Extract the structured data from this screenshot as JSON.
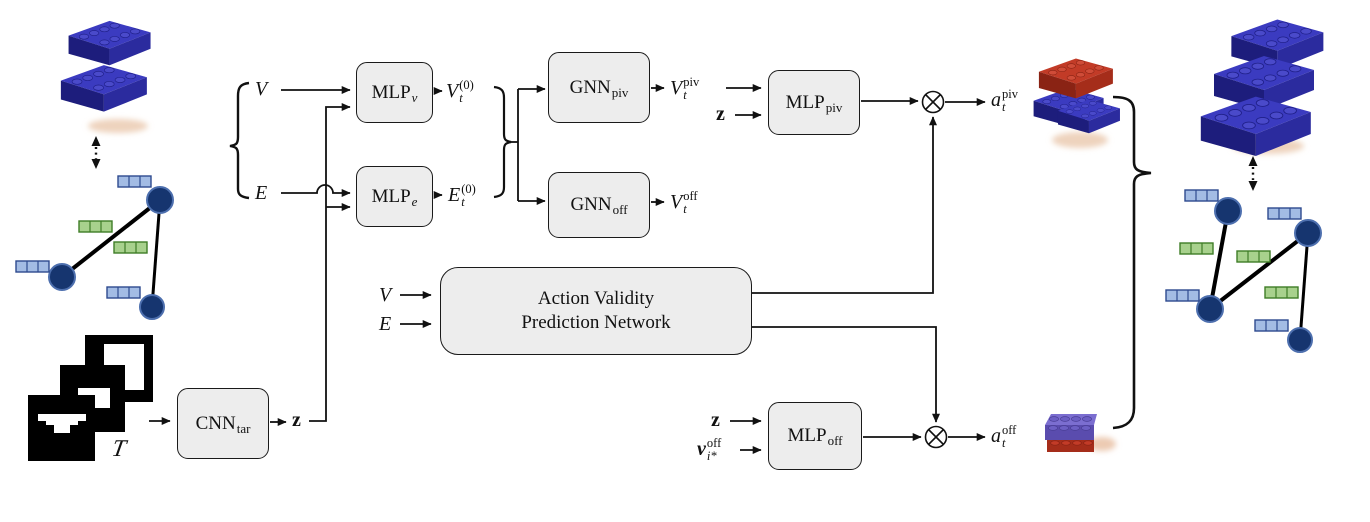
{
  "diagram": {
    "title_hint": "graph-network architecture figure",
    "inputs": {
      "v": "V",
      "e": "E"
    },
    "boxes": {
      "mlp_v": {
        "base": "MLP",
        "sub": "v"
      },
      "mlp_e": {
        "base": "MLP",
        "sub": "e"
      },
      "gnn_piv": {
        "base": "GNN",
        "sub": "piv"
      },
      "gnn_off": {
        "base": "GNN",
        "sub": "off"
      },
      "mlp_piv": {
        "base": "MLP",
        "sub": "piv"
      },
      "mlp_off": {
        "base": "MLP",
        "sub": "off"
      },
      "cnn_tar": {
        "base": "CNN",
        "sub": "tar"
      },
      "avpn": {
        "line1": "Action Validity",
        "line2": "Prediction Network"
      }
    },
    "avpn_inputs": {
      "v": "V",
      "e": "E"
    },
    "signals": {
      "v_t0": {
        "base": "V",
        "sub": "t",
        "sup": "(0)"
      },
      "e_t0": {
        "base": "E",
        "sub": "t",
        "sup": "(0)"
      },
      "v_t_piv": {
        "base": "V",
        "sub": "t",
        "sup": "piv"
      },
      "v_t_off": {
        "base": "V",
        "sub": "t",
        "sup": "off"
      },
      "z": "z",
      "v_off_in": {
        "base": "v",
        "sub": "i*",
        "sup": "off"
      },
      "a_t_piv": {
        "base": "a",
        "sub": "t",
        "sup": "piv"
      },
      "a_t_off": {
        "base": "a",
        "sub": "t",
        "sup": "off"
      },
      "target_set": "T"
    },
    "colors": {
      "box_fill": "#ededed",
      "box_border": "#1a1a1a",
      "line": "#111111",
      "node_fill": "#16356f",
      "vec_blue_fill": "#a3bce4",
      "vec_blue_border": "#2e4a8f",
      "vec_green_fill": "#a8d18d",
      "vec_green_border": "#3f7d27",
      "lego_blue": "#3b3bc0",
      "lego_red": "#c23b27",
      "lego_purple": "#6c5fc4"
    }
  }
}
